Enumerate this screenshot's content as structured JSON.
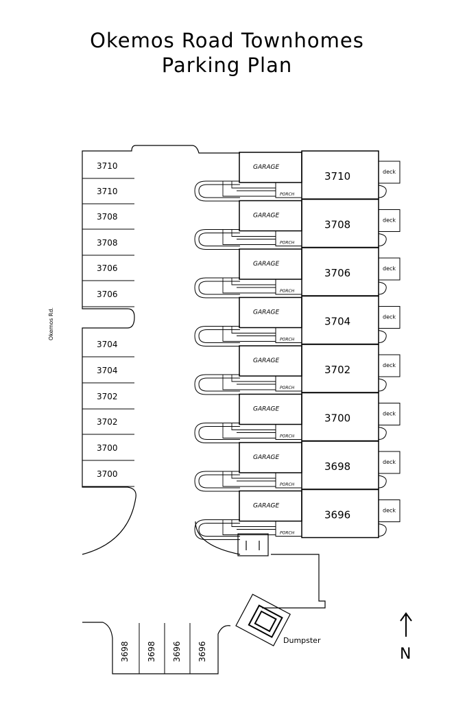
{
  "title": {
    "line1": "Okemos Road Townhomes",
    "line2": "Parking Plan"
  },
  "road_label": "Okemos Rd.",
  "west_stalls": [
    "3710",
    "3710",
    "3708",
    "3708",
    "3706",
    "3706",
    "3704",
    "3704",
    "3702",
    "3702",
    "3700",
    "3700"
  ],
  "units": [
    {
      "number": "3710",
      "garage": "GARAGE",
      "porch": "PORCH",
      "deck": "deck"
    },
    {
      "number": "3708",
      "garage": "GARAGE",
      "porch": "PORCH",
      "deck": "deck"
    },
    {
      "number": "3706",
      "garage": "GARAGE",
      "porch": "PORCH",
      "deck": "deck"
    },
    {
      "number": "3704",
      "garage": "GARAGE",
      "porch": "PORCH",
      "deck": "deck"
    },
    {
      "number": "3702",
      "garage": "GARAGE",
      "porch": "PORCH",
      "deck": "deck"
    },
    {
      "number": "3700",
      "garage": "GARAGE",
      "porch": "PORCH",
      "deck": "deck"
    },
    {
      "number": "3698",
      "garage": "GARAGE",
      "porch": "PORCH",
      "deck": "deck"
    },
    {
      "number": "3696",
      "garage": "GARAGE",
      "porch": "PORCH",
      "deck": "deck"
    }
  ],
  "south_stalls": [
    "3698",
    "3698",
    "3696",
    "3696"
  ],
  "dumpster_label": "Dumpster",
  "north_label": "N"
}
